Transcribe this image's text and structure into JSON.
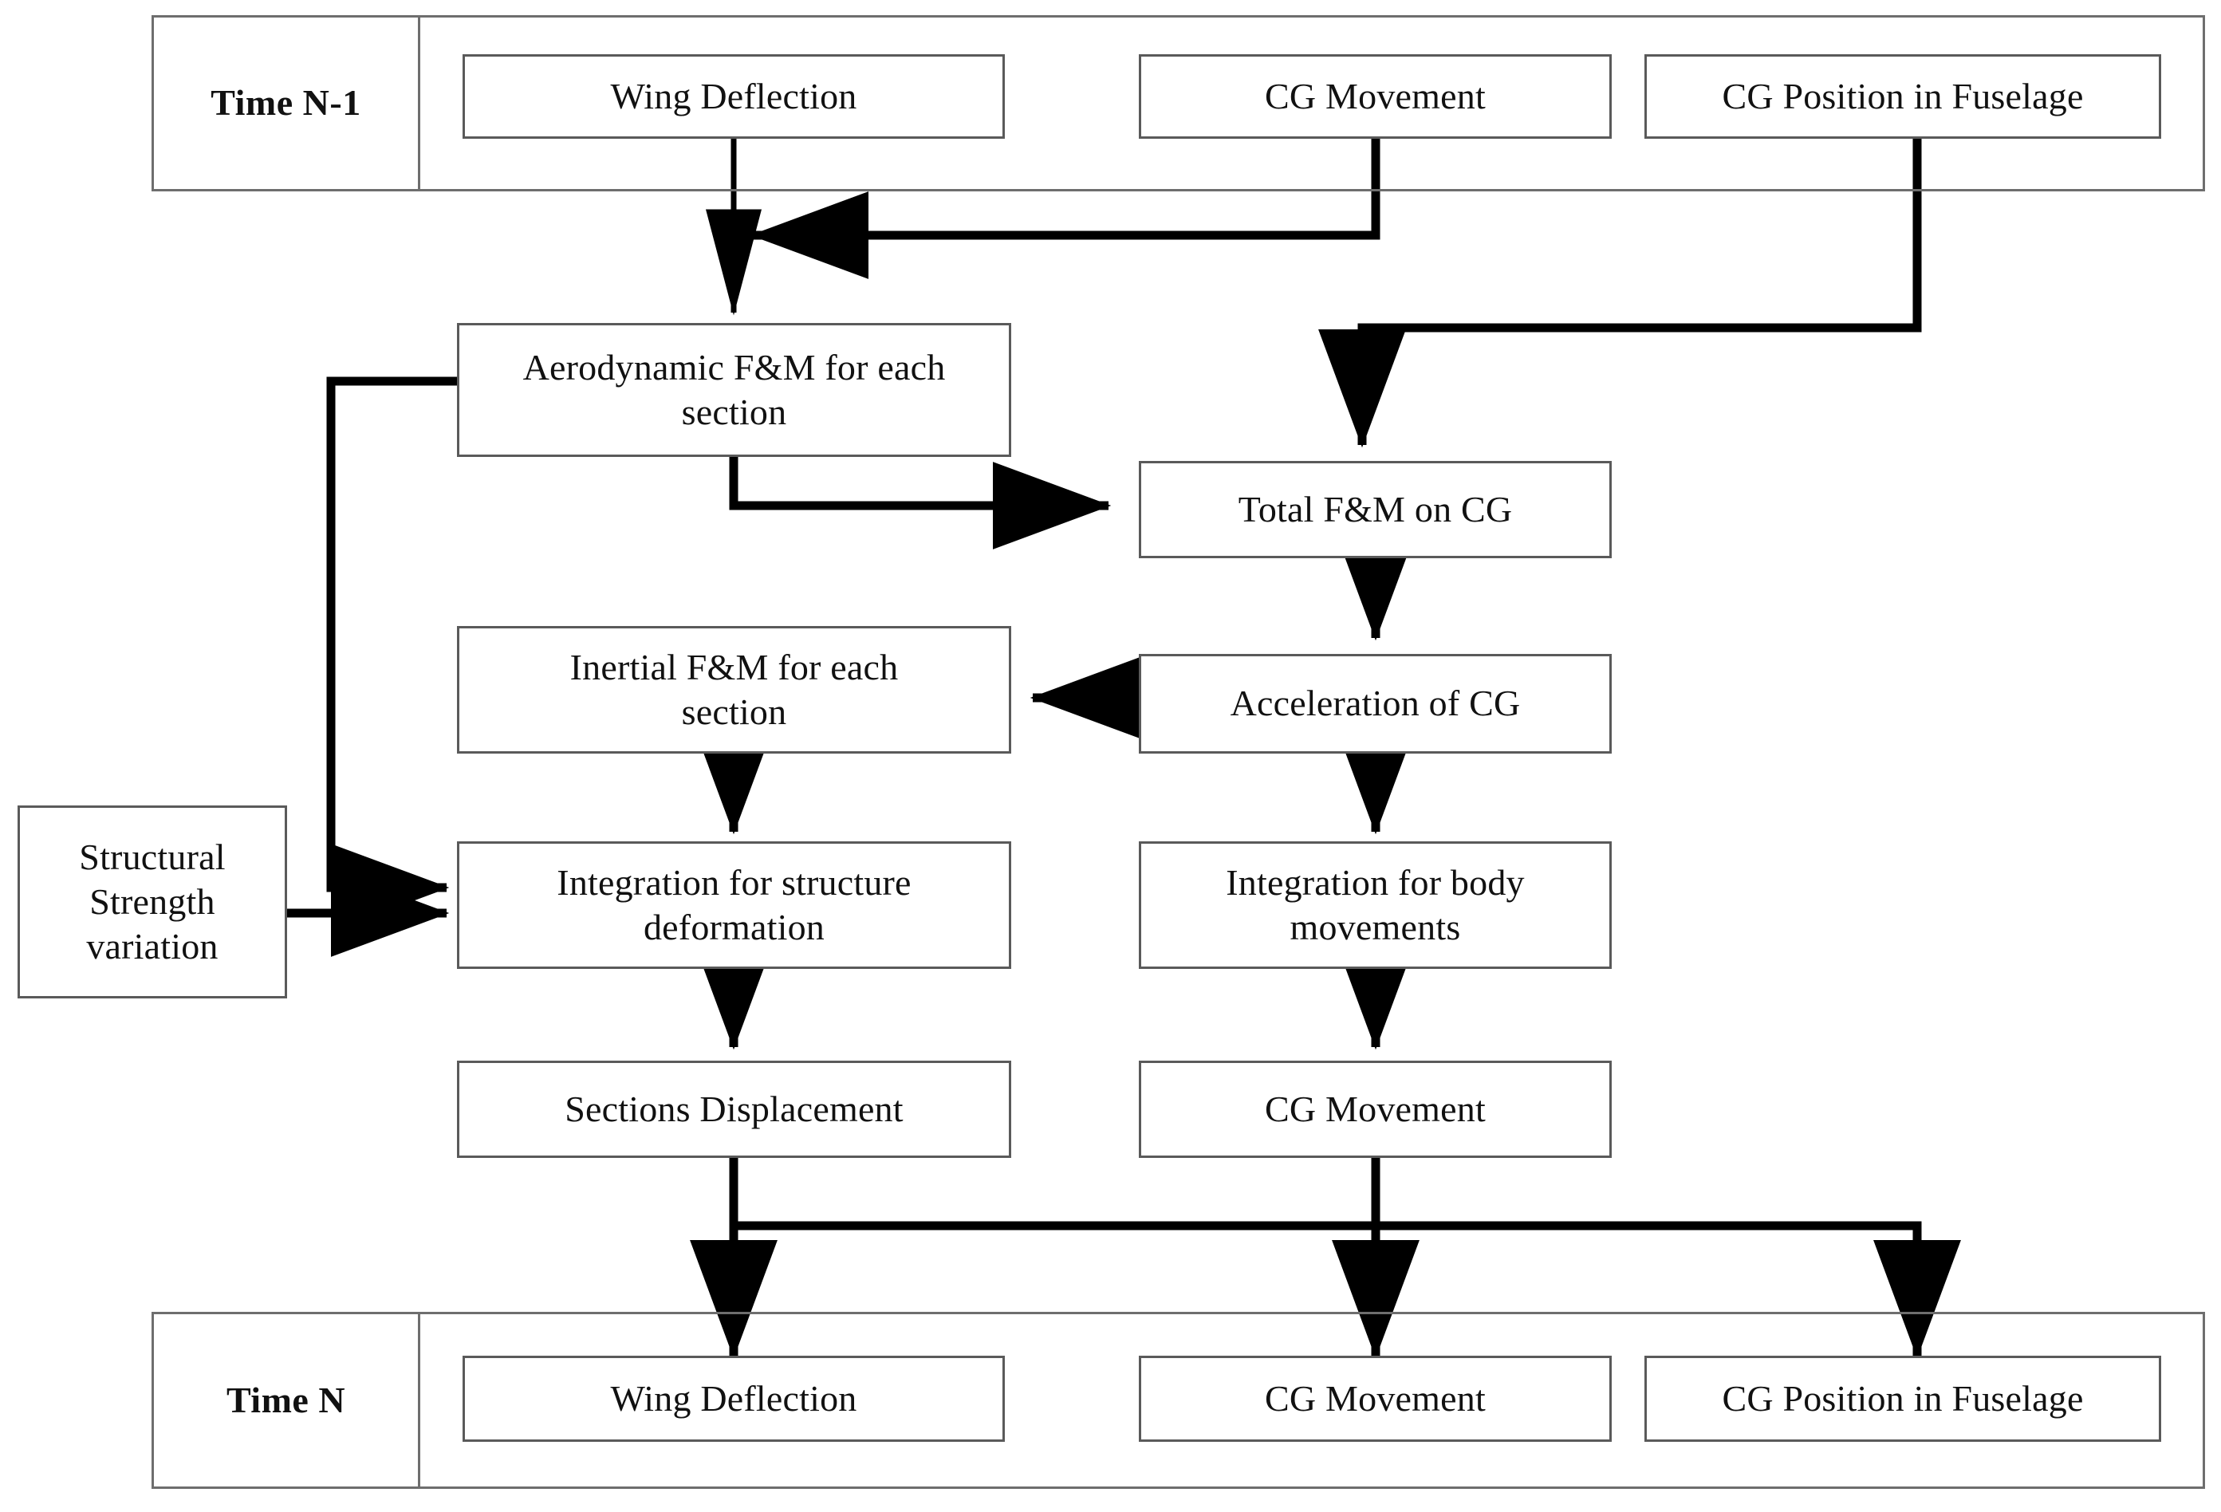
{
  "diagram": {
    "title": "Aeroelastic simulation time-step flow",
    "type": "flowchart",
    "background_color": "#ffffff",
    "box_border_color": "#5a5a5a",
    "frame_border_color": "#6e6e6e",
    "arrow_color": "#000000",
    "text_color": "#111111"
  },
  "time_n_minus_1": {
    "label": "Time N-1",
    "boxes": [
      {
        "label": "Wing Deflection"
      },
      {
        "label": "CG Movement"
      },
      {
        "label": "CG Position in Fuselage"
      }
    ]
  },
  "process": {
    "aerodynamic": {
      "label": "Aerodynamic F&M for each\nsection"
    },
    "total_fm": {
      "label": "Total F&M on CG"
    },
    "inertial": {
      "label": "Inertial F&M for each\nsection"
    },
    "acceleration": {
      "label": "Acceleration of CG"
    },
    "integration_structure": {
      "label": "Integration for structure\ndeformation"
    },
    "integration_body": {
      "label": "Integration for body\nmovements"
    },
    "sections_displacement": {
      "label": "Sections Displacement"
    },
    "cg_movement_out": {
      "label": "CG Movement"
    },
    "structural_strength": {
      "label": "Structural\nStrength\nvariation"
    }
  },
  "time_n": {
    "label": "Time N",
    "boxes": [
      {
        "label": "Wing Deflection"
      },
      {
        "label": "CG Movement"
      },
      {
        "label": "CG Position in Fuselage"
      }
    ]
  },
  "flows": [
    {
      "from": "Wing Deflection (Time N-1)",
      "to": "Aerodynamic F&M for each section"
    },
    {
      "from": "CG Movement (Time N-1)",
      "to": "Aerodynamic F&M for each section"
    },
    {
      "from": "CG Position in Fuselage (Time N-1)",
      "to": "Total F&M on CG"
    },
    {
      "from": "Aerodynamic F&M for each section",
      "to": "Total F&M on CG"
    },
    {
      "from": "Aerodynamic F&M for each section",
      "to": "Integration for structure deformation"
    },
    {
      "from": "Total F&M on CG",
      "to": "Acceleration of CG"
    },
    {
      "from": "Acceleration of CG",
      "to": "Inertial F&M for each section"
    },
    {
      "from": "Acceleration of CG",
      "to": "Integration for body movements"
    },
    {
      "from": "Inertial F&M for each section",
      "to": "Integration for structure deformation"
    },
    {
      "from": "Structural Strength variation",
      "to": "Integration for structure deformation"
    },
    {
      "from": "Integration for structure deformation",
      "to": "Sections Displacement"
    },
    {
      "from": "Integration for body movements",
      "to": "CG Movement"
    },
    {
      "from": "Sections Displacement",
      "to": "Wing Deflection (Time N)"
    },
    {
      "from": "CG Movement",
      "to": "CG Movement (Time N)"
    },
    {
      "from": "CG Movement",
      "to": "CG Position in Fuselage (Time N)"
    }
  ]
}
